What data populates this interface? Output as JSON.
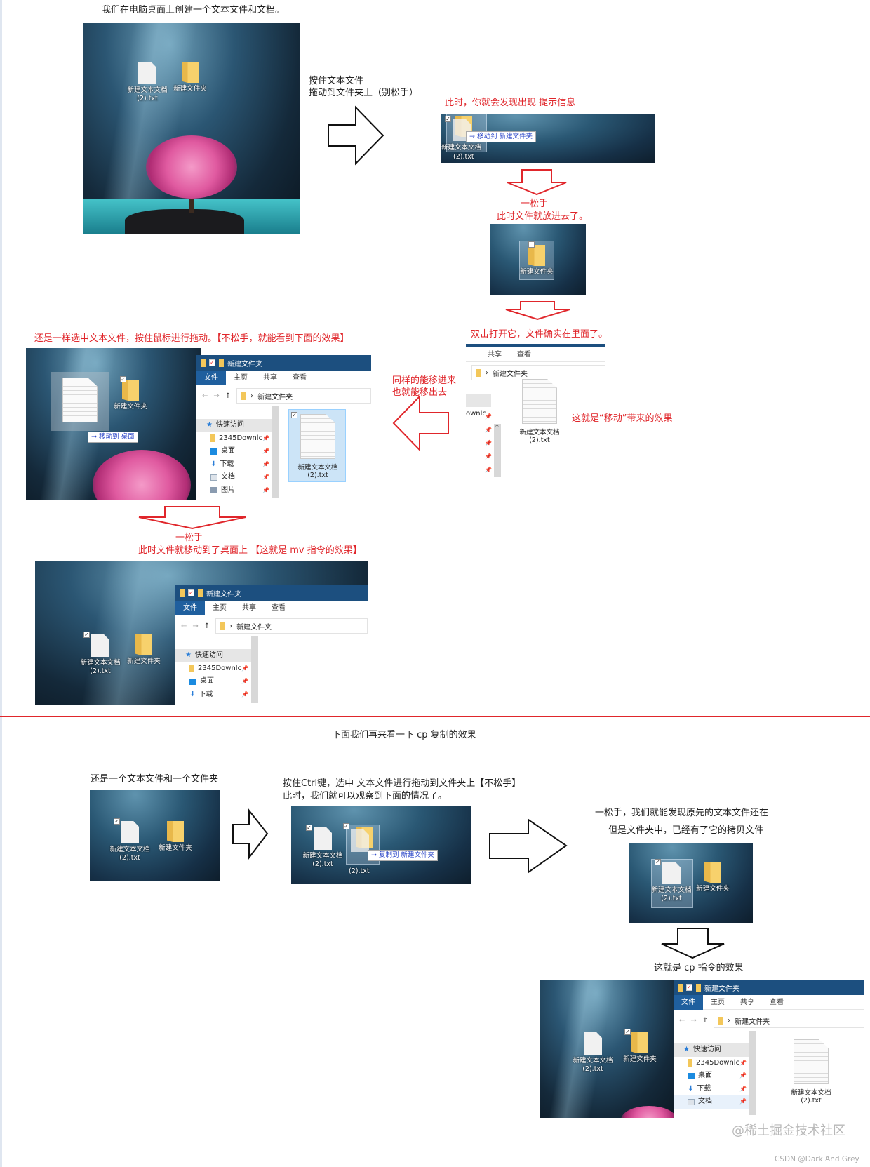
{
  "intro": "我们在电脑桌面上创建一个文本文件和文档。",
  "desktop_items": {
    "file_name": "新建文本文档",
    "file_ext": "(2).txt",
    "folder_name": "新建文件夹"
  },
  "step_drag": {
    "line1": "按住文本文件",
    "line2": "拖动到文件夹上（别松手）"
  },
  "step_hint": {
    "note": "此时，你就会发现出现 提示信息",
    "tooltip": "移动到 新建文件夹",
    "overlap_label": "新建文本文档"
  },
  "step_release": {
    "line1": "一松手",
    "line2": "此时文件就放进去了。"
  },
  "step_open": {
    "note": "双击打开它，文件确实在里面了。",
    "nav_partial": "ownlc",
    "effect_note": "这就是“移动”带来的效果"
  },
  "step_move_out": {
    "note": "还是一样选中文本文件，按住鼠标进行拖动。【不松手，就能看到下面的效果】",
    "tooltip": "移动到 桌面"
  },
  "side_note": {
    "line1": "同样的能移进来",
    "line2": "也就能移出去"
  },
  "step_mv_result": {
    "line1": "一松手",
    "line2": "此时文件就移动到了桌面上 【这就是 mv 指令的效果】"
  },
  "explorer": {
    "title": "新建文件夹",
    "tabs": [
      "文件",
      "主页",
      "共享",
      "查看"
    ],
    "breadcrumb": "新建文件夹",
    "nav": [
      "快速访问",
      "2345Downlc",
      "桌面",
      "下载",
      "文档",
      "图片"
    ]
  },
  "cp_section": {
    "heading": "下面我们再来看一下 cp 复制的效果",
    "start_note": "还是一个文本文件和一个文件夹",
    "ctrl_line1": "按住Ctrl键，选中 文本文件进行拖动到文件夹上【不松手】",
    "ctrl_line2": "此时，我们就可以观察到下面的情况了。",
    "tooltip": "复制到 新建文件夹",
    "result_line1": "一松手，我们就能发现原先的文本文件还在",
    "result_line2": "但是文件夹中，已经有了它的拷贝文件",
    "cp_note": "这就是 cp 指令的效果"
  },
  "watermark": "@稀土掘金技术社区",
  "credit": "CSDN @Dark And Grey",
  "colors": {
    "accent_red": "#e0262b",
    "explorer_title": "#1c4f7f",
    "folder": "#f7d16c"
  }
}
